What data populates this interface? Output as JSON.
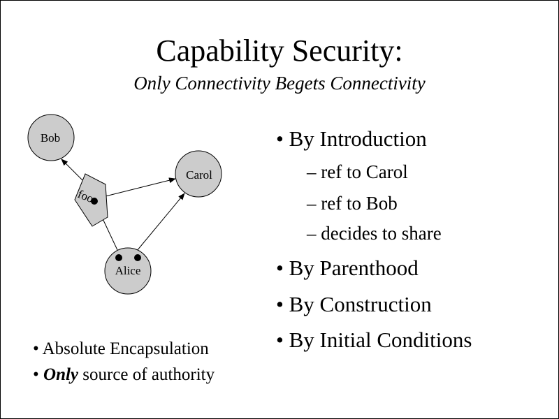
{
  "slide": {
    "title": "Capability Security:",
    "subtitle": "Only Connectivity Begets Connectivity"
  },
  "diagram": {
    "nodes": {
      "bob": "Bob",
      "carol": "Carol",
      "alice": "Alice"
    },
    "message_label": "foo"
  },
  "bullets": [
    {
      "text": "By Introduction"
    },
    {
      "text": "By Parenthood"
    },
    {
      "text": "By Construction"
    },
    {
      "text": "By Initial Conditions"
    }
  ],
  "sub_bullets": [
    "– ref to Carol",
    "– ref to Bob",
    "– decides to share"
  ],
  "notes": {
    "encapsulation": "Absolute Encapsulation",
    "only_emphasis": "Only",
    "only_rest": " source of authority"
  },
  "colors": {
    "node_fill": "#cccccc",
    "stroke": "#000000",
    "background": "#ffffff"
  }
}
